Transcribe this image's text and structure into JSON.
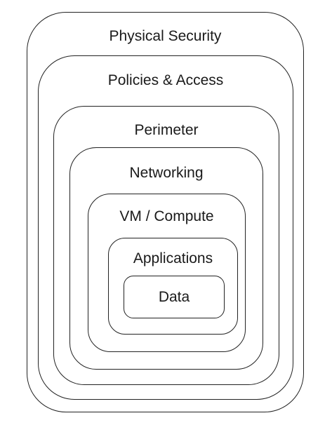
{
  "diagram": {
    "layers": [
      "Physical Security",
      "Policies & Access",
      "Perimeter",
      "Networking",
      "VM / Compute",
      "Applications",
      "Data"
    ]
  },
  "colors": {
    "border": "#222222",
    "text": "#1a1a1a",
    "background": "#ffffff"
  }
}
